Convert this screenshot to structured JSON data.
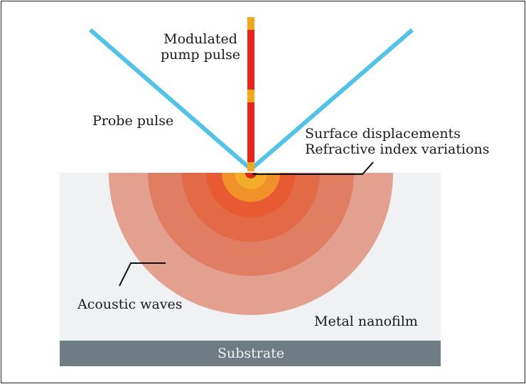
{
  "labels": {
    "pump_line1": "Modulated",
    "pump_line2": "pump pulse",
    "probe": "Probe pulse",
    "surface_line1": "Surface displacements",
    "surface_line2": "Refractive index variations",
    "acoustic": "Acoustic waves",
    "metal": "Metal nanofilm",
    "substrate": "Substrate"
  },
  "colors": {
    "frame": "#222222",
    "film": "#eff1f2",
    "substrate": "#6e7d84",
    "probe_beam": "#4fc3e8",
    "pump_red": "#e8241c",
    "pump_yellow": "#f3a81c",
    "wave_rings": [
      "#e3a08f",
      "#df7e62",
      "#e26a47",
      "#e85b32",
      "#f19129",
      "#f3ad2a",
      "#d9281c"
    ],
    "leader": "#111111"
  },
  "icons": {
    "pump_beam": "laser-beam-icon",
    "probe_beam": "probe-beam-icon",
    "wave_source": "focal-spot-icon"
  }
}
